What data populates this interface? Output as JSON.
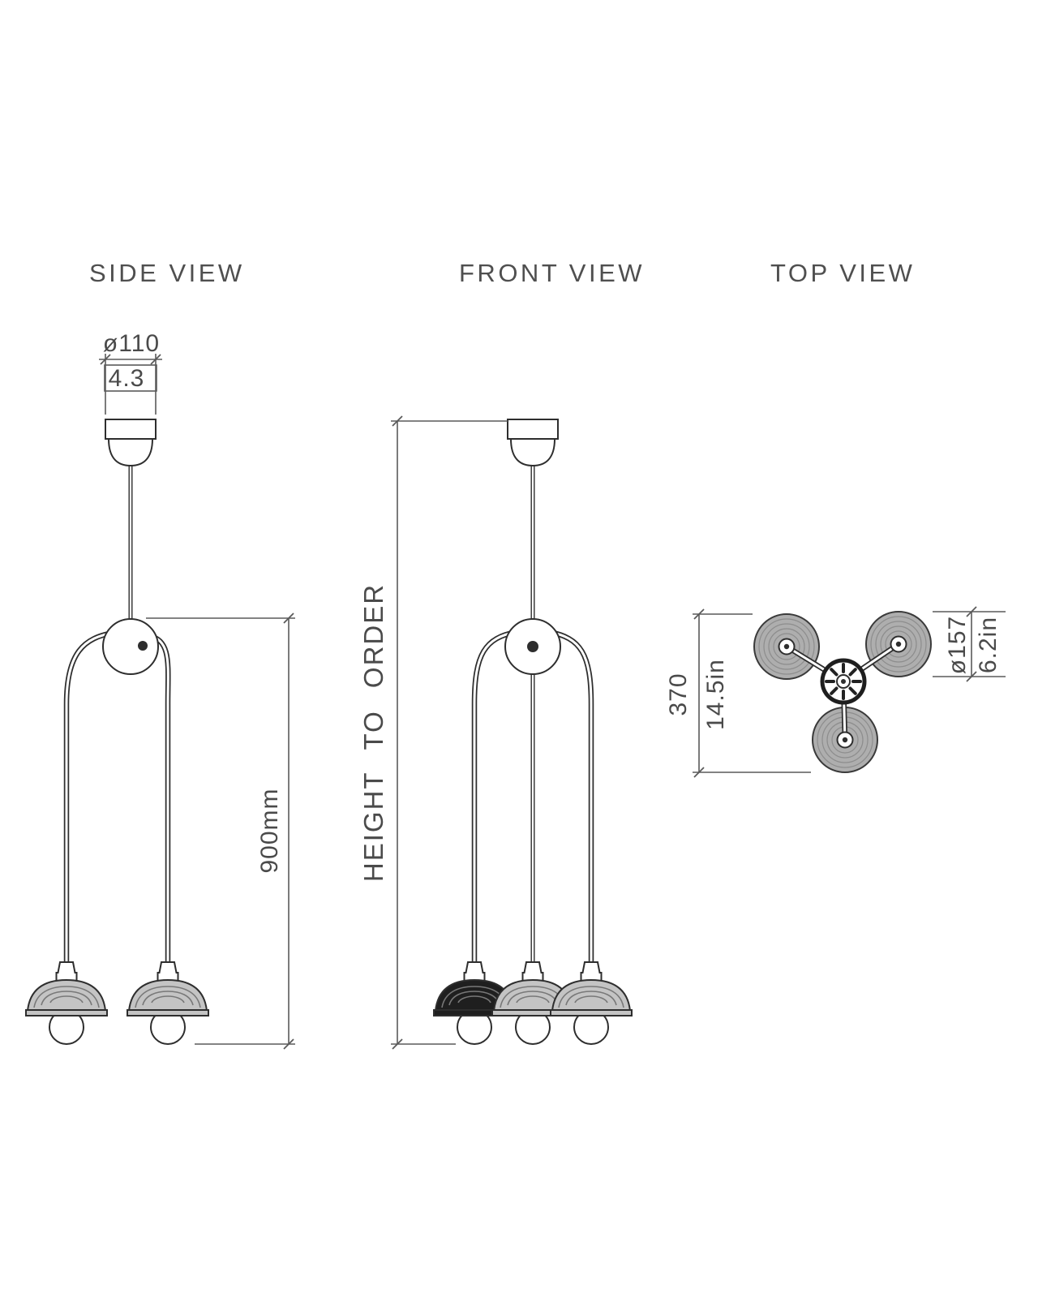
{
  "views": {
    "side": {
      "label": "SIDE VIEW"
    },
    "front": {
      "label": "FRONT VIEW"
    },
    "top": {
      "label": "TOP VIEW"
    }
  },
  "dims": {
    "canopy_d_mm": "ø110",
    "canopy_d_in": "4.3",
    "side_drop": "900mm",
    "front_height": "HEIGHT TO ORDER",
    "top_span_mm": "370",
    "top_span_in": "14.5in",
    "shade_d_mm": "ø157",
    "shade_d_in": "6.2in"
  },
  "colors": {
    "line": "#2e2e2e",
    "dimension": "#5a5a5a",
    "text": "#4a4a4a",
    "shade_light": "#c4c4c4",
    "shade_dark": "#1f1f1f",
    "disc": "#aeaeae",
    "background": "#ffffff"
  }
}
